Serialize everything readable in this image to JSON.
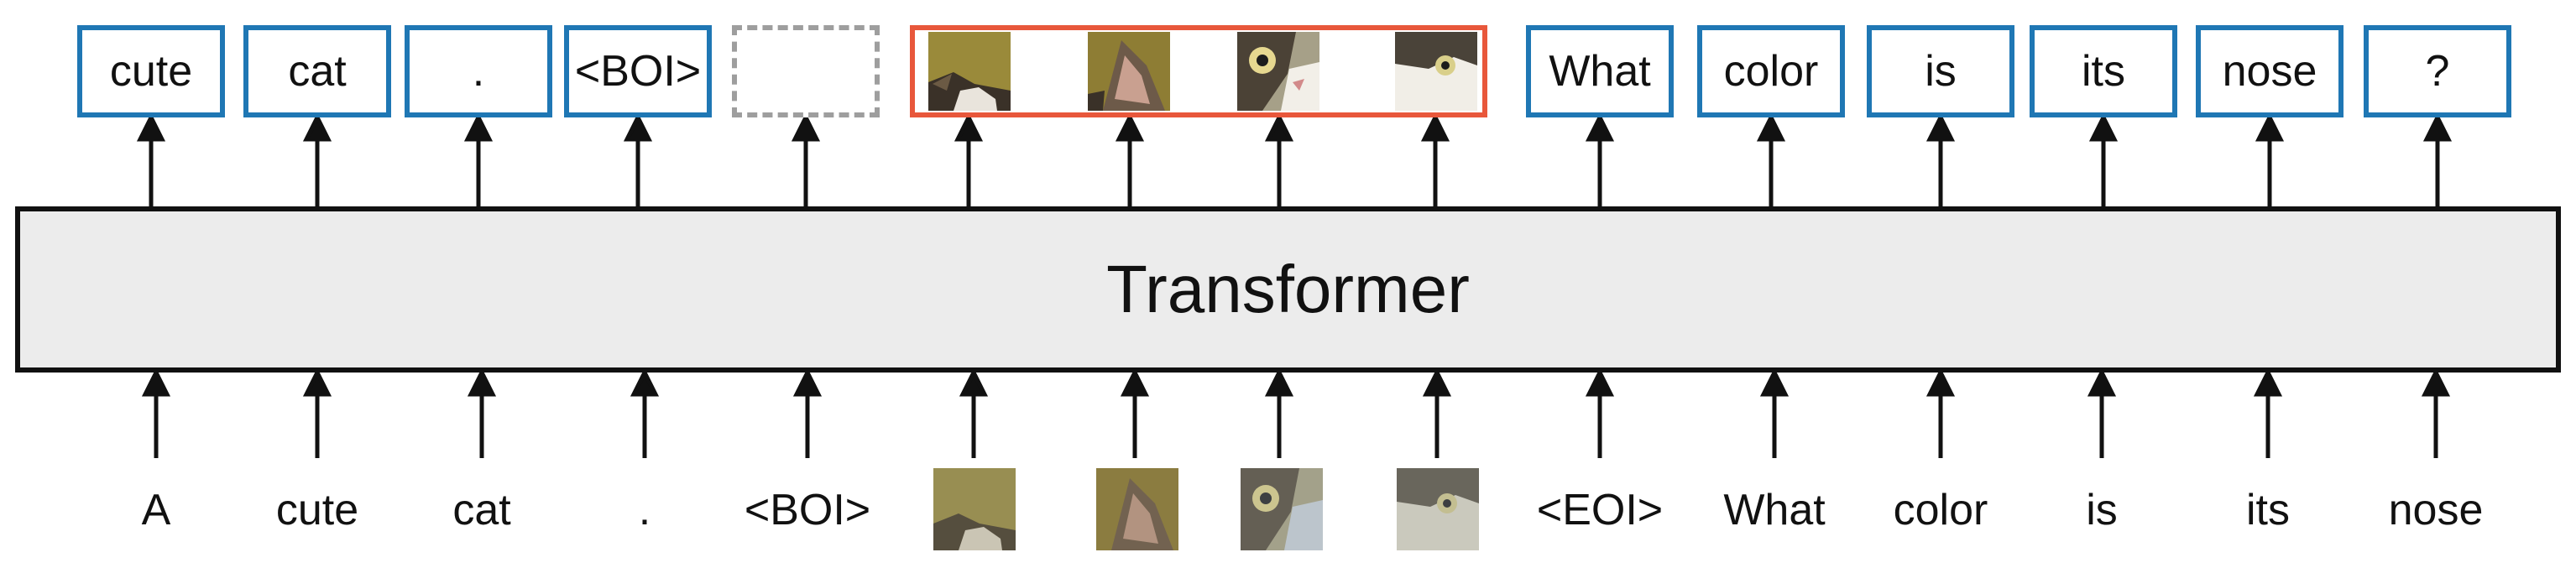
{
  "transformer_label": "Transformer",
  "output_tokens": [
    "cute",
    "cat",
    ".",
    "<BOI>",
    "",
    "What",
    "color",
    "is",
    "its",
    "nose",
    "?"
  ],
  "input_tokens": [
    "A",
    "cute",
    "cat",
    ".",
    "<BOI>",
    "<EOI>",
    "What",
    "color",
    "is",
    "its",
    "nose"
  ],
  "colors": {
    "text_box_border": "#1f77b4",
    "image_group_border": "#e8573b",
    "empty_box_border": "#9e9e9e",
    "transformer_fill": "#ececec"
  },
  "image_patch_icons": [
    "cat-ear-patch",
    "cat-ear-tabby-patch",
    "cat-eye-nose-patch",
    "cat-face-white-patch"
  ]
}
